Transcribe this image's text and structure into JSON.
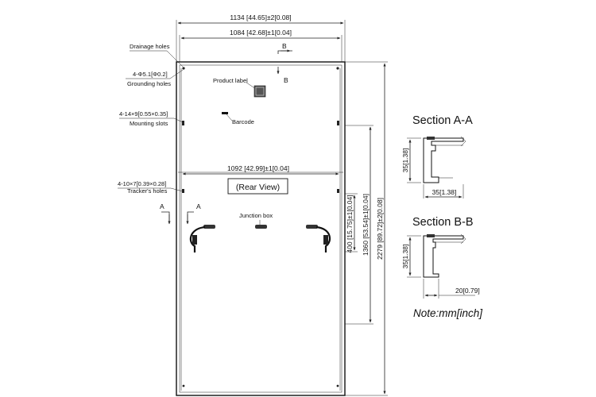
{
  "dimensions": {
    "overall_width": "1134 [44.65]±2[0.08]",
    "inner_width_top": "1084 [42.68]±1[0.04]",
    "mid_width": "1092 [42.99]±1[0.04]",
    "height_400": "400 [15.75]±1[0.04]",
    "height_1360": "1360 [53.54]±1[0.04]",
    "height_2279": "2279 [89.72]±2[0.08]"
  },
  "labels": {
    "drainage_holes": "Drainage holes",
    "grounding_spec": "4-Φ5.1[Φ0.2]",
    "grounding_holes": "Grounding holes",
    "mounting_spec": "4-14×9[0.55×0.35]",
    "mounting_slots": "Mounting slots",
    "tracker_spec": "4-10×7[0.39×0.28]",
    "tracker_holes": "Tracker's holes",
    "product_label": "Product label",
    "barcode": "Barcode",
    "rear_view": "(Rear View)",
    "junction_box": "Junction box",
    "section_marker_a": "A",
    "section_marker_b": "B"
  },
  "sections": {
    "a_title": "Section A-A",
    "a_height": "35[1.38]",
    "a_width": "35[1.38]",
    "b_title": "Section B-B",
    "b_height": "35[1.38]",
    "b_width": "20[0.79]"
  },
  "note": "Note:mm[inch]"
}
